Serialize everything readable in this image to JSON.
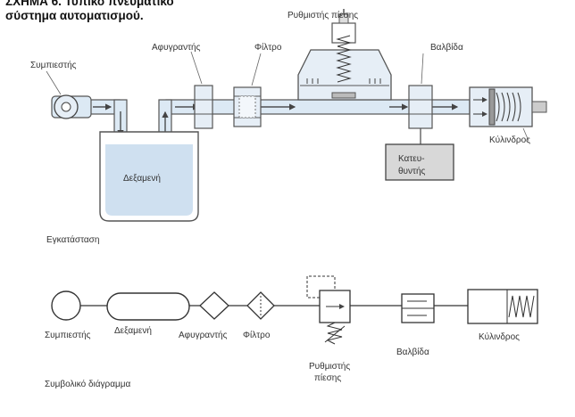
{
  "title": {
    "line1": "ΣΧΗΜΑ 6. Τυπικό πνευματικό",
    "line2": "σύστημα αυτοματισμού."
  },
  "installation": {
    "compressor": "Συμπιεστής",
    "dryer": "Αφυγραντής",
    "filter": "Φίλτρο",
    "pressure_regulator": "Ρυθμιστής πίεσης",
    "valve": "Βαλβίδα",
    "tank": "Δεξαμενή",
    "cylinder": "Κύλινδρος",
    "director_line1": "Κατευ-",
    "director_line2": "θυντής",
    "section_label": "Εγκατάσταση"
  },
  "symbolic": {
    "compressor": "Συμπιεστής",
    "tank": "Δεξαμενή",
    "dryer": "Αφυγραντής",
    "filter": "Φίλτρο",
    "regulator_line1": "Ρυθμιστής",
    "regulator_line2": "πίεσης",
    "valve": "Βαλβίδα",
    "cylinder": "Κύλινδρος",
    "section_label": "Συμβολικό διάγραμμα"
  },
  "colors": {
    "pipe_fill": "#dce9f4",
    "pipe_stroke": "#555555",
    "tank_fill": "#cfe0f0",
    "component_fill": "#e6eef6",
    "director_fill": "#d8d8d8"
  }
}
